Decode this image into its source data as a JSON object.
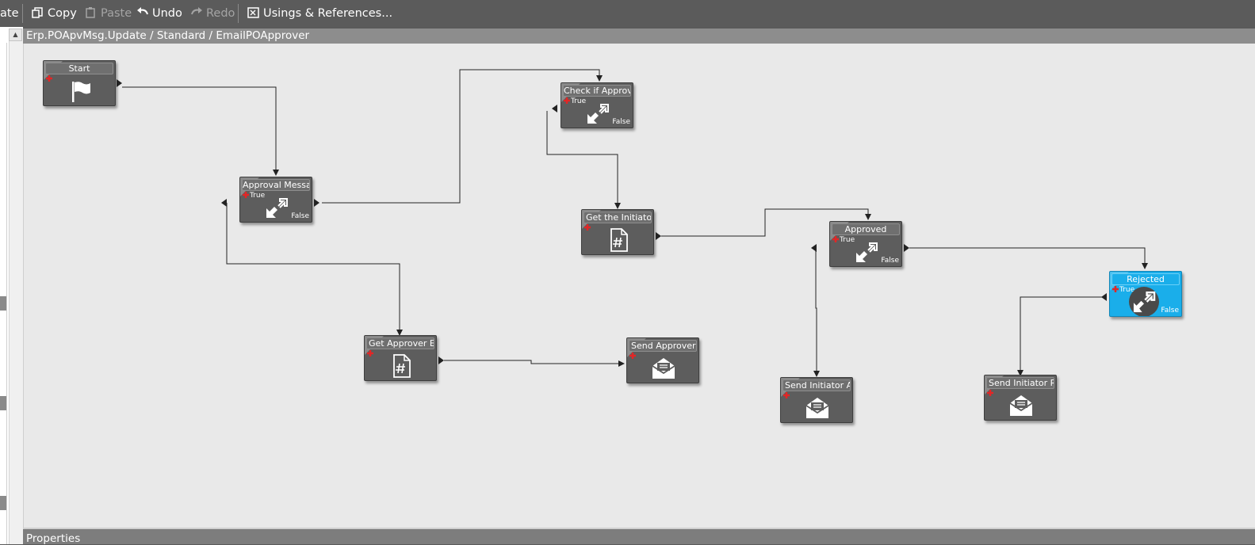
{
  "toolbar": {
    "update_label": "ate",
    "copy_label": "Copy",
    "paste_label": "Paste",
    "undo_label": "Undo",
    "redo_label": "Redo",
    "usings_label": "Usings & References..."
  },
  "breadcrumb": "Erp.POApvMsg.Update / Standard / EmailPOApprover",
  "properties_label": "Properties",
  "colors": {
    "selected": "#1aaeea",
    "node": "#5d5d5d",
    "canvas": "#e9e9e9",
    "plus": "#e32626"
  },
  "nodes": {
    "start": {
      "title": "Start",
      "icon": "flag-icon"
    },
    "approval_msg": {
      "title": "Approval Message",
      "true_label": "True",
      "false_label": "False",
      "icon": "condition-icon"
    },
    "check_approved": {
      "title": "Check if Approved",
      "true_label": "True",
      "false_label": "False",
      "icon": "condition-icon"
    },
    "get_initiator": {
      "title": "Get the Initiator Em",
      "icon": "set-variable-icon"
    },
    "approved": {
      "title": "Approved",
      "true_label": "True",
      "false_label": "False",
      "icon": "condition-icon"
    },
    "rejected": {
      "title": "Rejected",
      "true_label": "True",
      "false_label": "False",
      "icon": "condition-icon"
    },
    "get_approver": {
      "title": "Get Approver Emai",
      "icon": "set-variable-icon"
    },
    "send_approver": {
      "title": "Send Approver Em",
      "icon": "email-icon"
    },
    "send_init_appr": {
      "title": "Send Initiator Appr",
      "icon": "email-icon"
    },
    "send_init_rej": {
      "title": "Send Initiator Rejec",
      "icon": "email-icon"
    }
  }
}
